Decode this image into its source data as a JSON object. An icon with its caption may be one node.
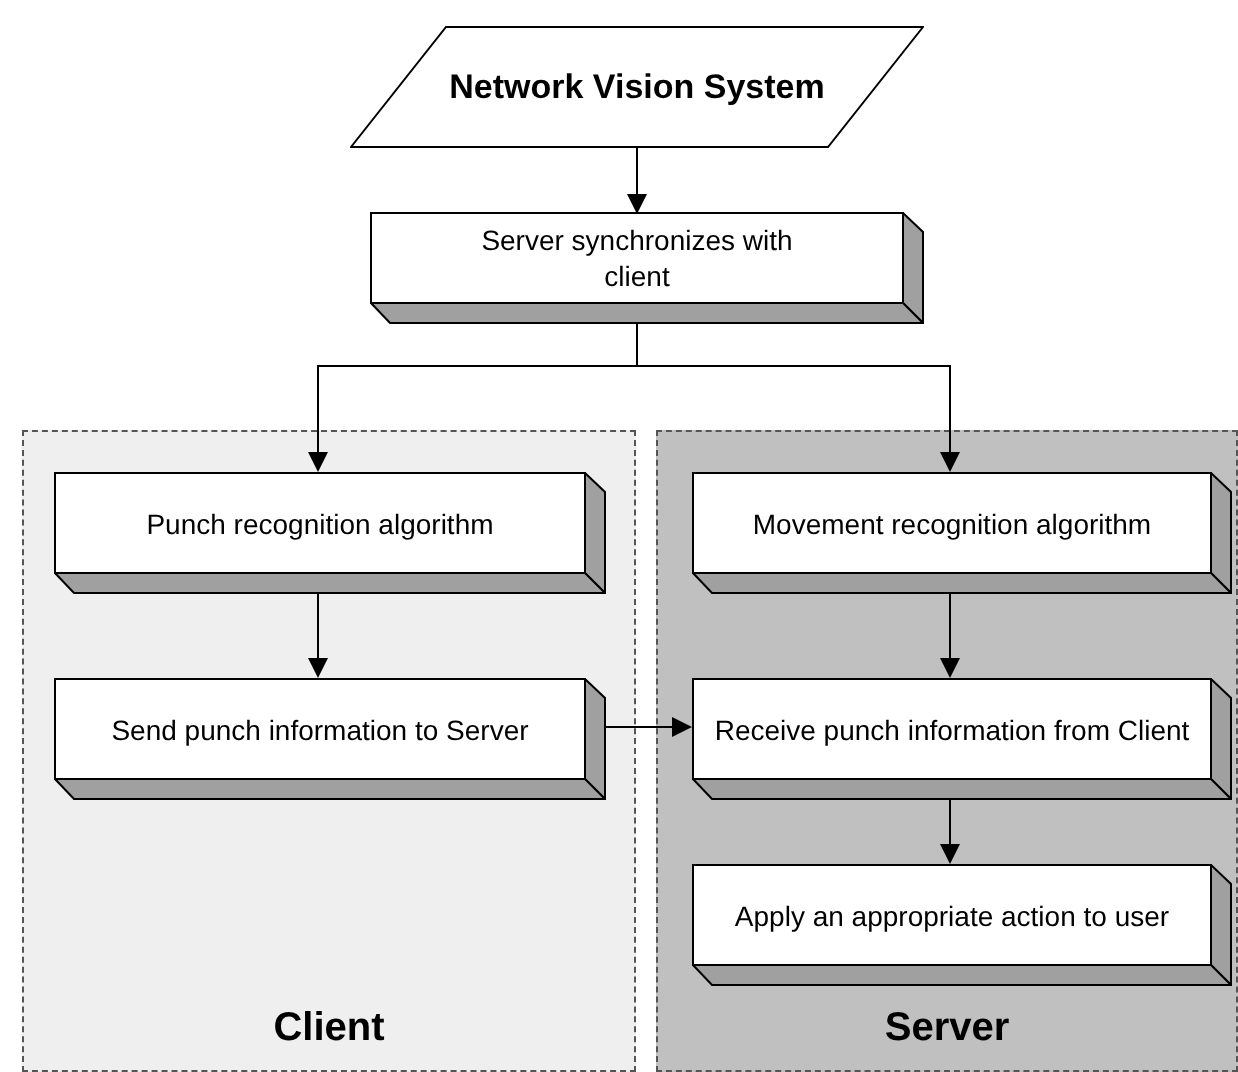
{
  "diagram": {
    "nodes": [
      {
        "text": [
          "Network Vision System"
        ]
      },
      {
        "text": [
          "Server synchronizes with client"
        ]
      },
      {
        "text": [
          "Client"
        ]
      },
      {
        "text": [
          "Punch recognition algorithm"
        ],
        "in": 2
      },
      {
        "text": [
          "Send punch information to Server"
        ],
        "in": 2
      },
      {
        "text": [
          "Server"
        ]
      },
      {
        "text": [
          "Movement recognition algorithm"
        ],
        "in": 5
      },
      {
        "text": [
          "Receive punch information from Client"
        ],
        "in": 5
      },
      {
        "text": [
          "Apply an appropriate action to user"
        ],
        "in": 5
      }
    ],
    "edges": [
      {
        "from": 0,
        "to": 1,
        "arrow": "to"
      },
      {
        "from": 1,
        "to": 3,
        "arrow": "to"
      },
      {
        "from": 1,
        "to": 6,
        "arrow": "to"
      },
      {
        "from": 3,
        "to": 4,
        "arrow": "to"
      },
      {
        "from": 6,
        "to": 7,
        "arrow": "to"
      },
      {
        "from": 4,
        "to": 7,
        "arrow": "to"
      },
      {
        "from": 7,
        "to": 8,
        "arrow": "to"
      }
    ]
  }
}
